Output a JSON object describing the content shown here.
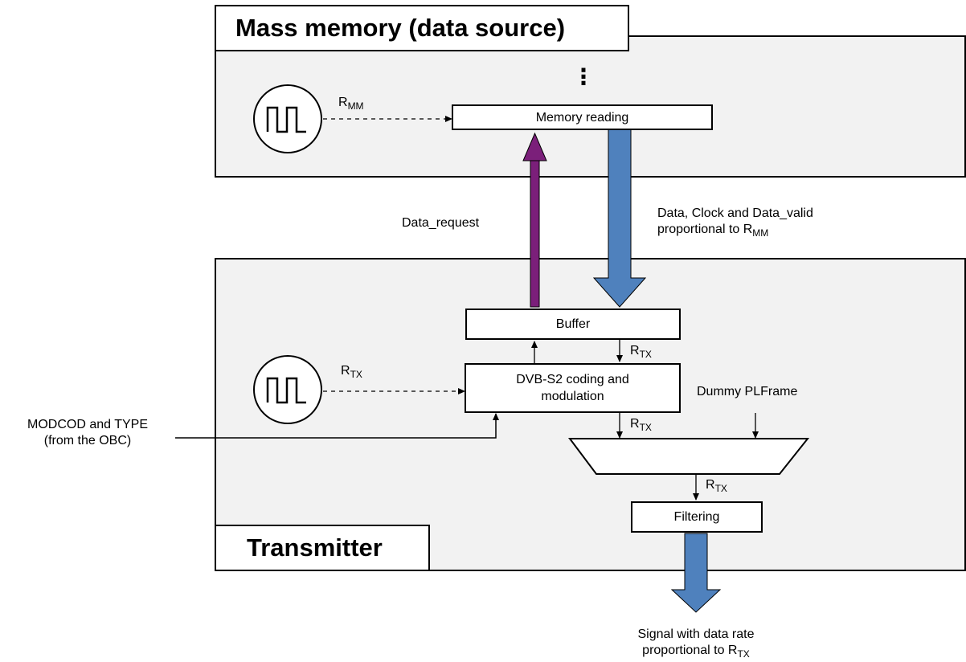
{
  "mass_memory": {
    "title": "Mass memory (data source)",
    "clock_label": {
      "base": "R",
      "sub": "MM"
    },
    "memory_reading": "Memory reading",
    "ellipsis": "⋮"
  },
  "transmitter": {
    "title": "Transmitter",
    "clock_label": {
      "base": "R",
      "sub": "TX"
    },
    "buffer": "Buffer",
    "dvb_line1": "DVB-S2 coding and",
    "dvb_line2": "modulation",
    "filtering": "Filtering",
    "dummy_plframe": "Dummy PLFrame",
    "rtx_label": {
      "base": "R",
      "sub": "TX"
    }
  },
  "links": {
    "data_request": "Data_request",
    "data_clock_line1": "Data, Clock and Data_valid",
    "data_clock_line2_prefix": "proportional to ",
    "data_clock_line2_base": "R",
    "data_clock_line2_sub": "MM"
  },
  "inputs": {
    "modcod_line1": "MODCOD and TYPE",
    "modcod_line2": "(from the OBC)"
  },
  "output": {
    "line1": "Signal with data rate",
    "line2_prefix": "proportional to ",
    "line2_base": "R",
    "line2_sub": "TX"
  },
  "colors": {
    "panel_fill": "#f2f2f2",
    "data_arrow": "#4f81bd",
    "request_arrow": "#7b1f7a"
  },
  "icons": [
    "clock-square-wave-icon"
  ]
}
